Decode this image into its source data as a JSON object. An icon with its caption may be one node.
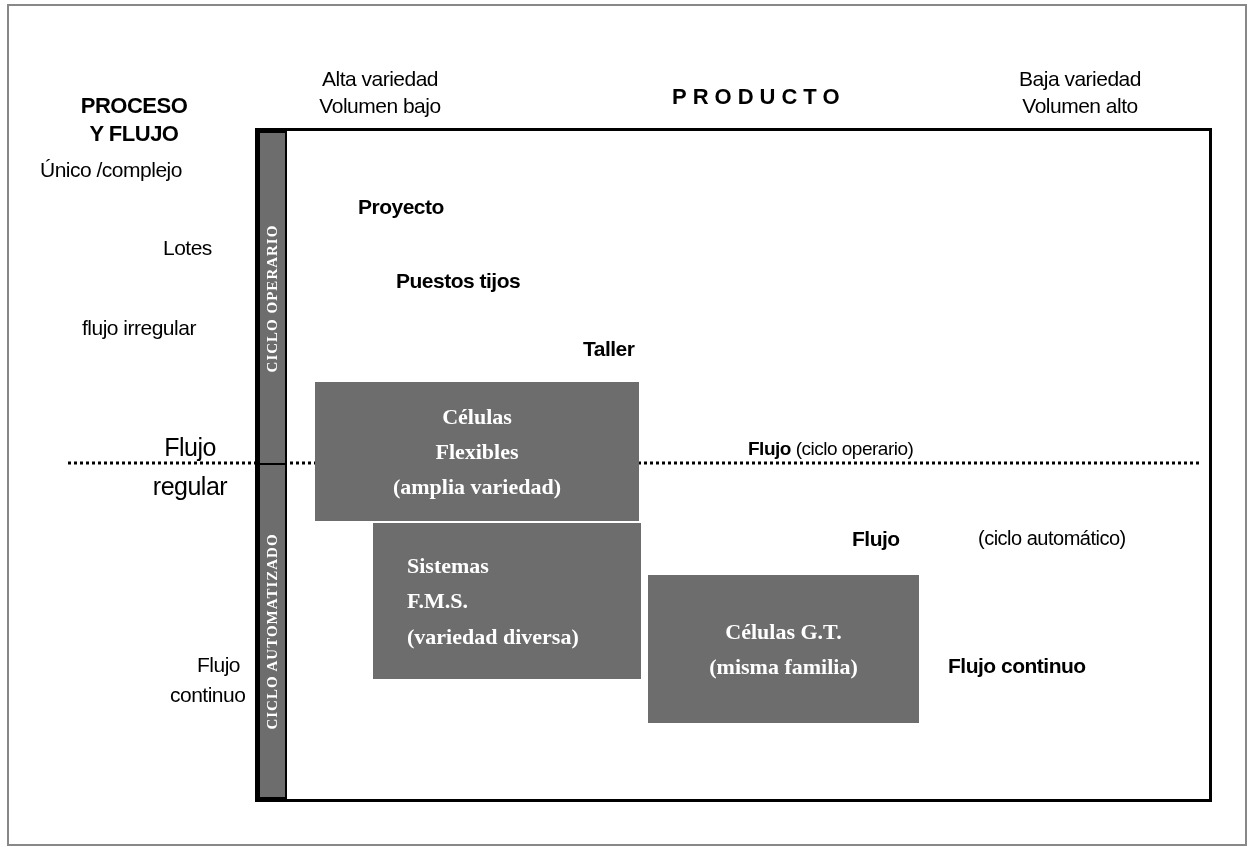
{
  "diagram": {
    "nodes": [
      {
        "text": [],
        "shape": "box"
      },
      {
        "text": [
          "CICLO OPERARIO"
        ],
        "in": 0
      },
      {
        "text": [
          "CICLO AUTOMATIZADO"
        ],
        "in": 0
      },
      {
        "text": [
          "Células Flexibles",
          "(amplia variedad)"
        ],
        "in": 0
      },
      {
        "text": [
          "Sistemas F.M.S.",
          "(variedad diversa)"
        ],
        "in": 0
      },
      {
        "text": [
          "Células G.T.",
          "(misma familia)"
        ],
        "in": 0
      }
    ],
    "edges": [],
    "labels": [
      "PROCESO Y FLUJO",
      "Alta variedad Volumen bajo",
      "PRODUCTO",
      "Baja variedad Volumen alto",
      "Único /complejo",
      "Proyecto",
      "Lotes",
      "Puestos tijos",
      "flujo irregular",
      "Taller",
      "Flujo regular",
      "**Flujo** (ciclo operario)",
      "Flujo",
      "(ciclo automático)",
      "Flujo continuo",
      "Flujo continuo"
    ]
  }
}
